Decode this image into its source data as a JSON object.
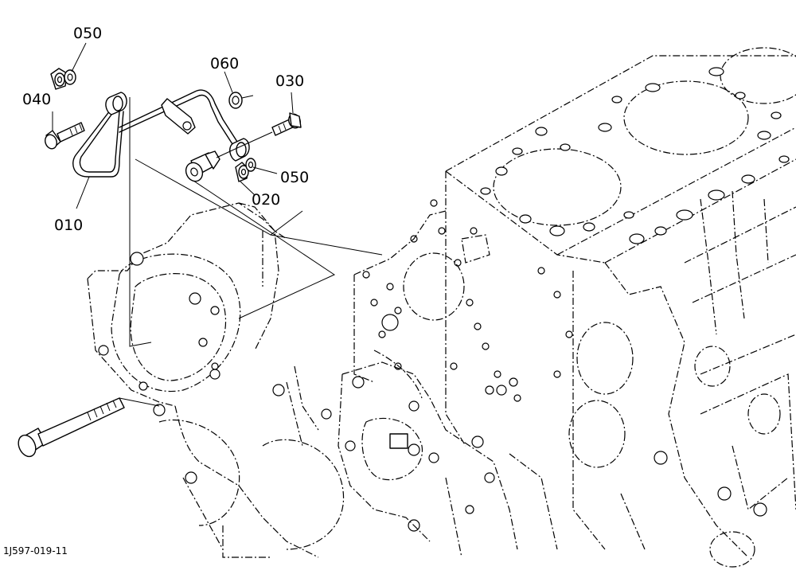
{
  "diagram": {
    "drawing_code": "1J597-019-11",
    "callouts": [
      {
        "id": "c050a",
        "text": "050"
      },
      {
        "id": "c040",
        "text": "040"
      },
      {
        "id": "c060",
        "text": "060"
      },
      {
        "id": "c030",
        "text": "030"
      },
      {
        "id": "c050b",
        "text": "050"
      },
      {
        "id": "c020",
        "text": "020"
      },
      {
        "id": "c010",
        "text": "010"
      }
    ]
  }
}
